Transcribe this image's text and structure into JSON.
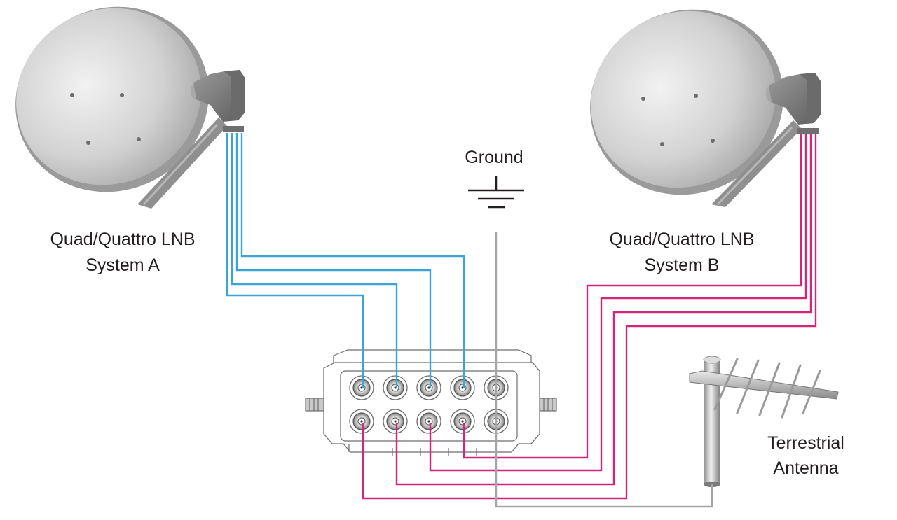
{
  "labels": {
    "system_a_line1": "Quad/Quattro LNB",
    "system_a_line2": "System A",
    "system_b_line1": "Quad/Quattro LNB",
    "system_b_line2": "System B",
    "ground": "Ground",
    "antenna_line1": "Terrestrial",
    "antenna_line2": "Antenna"
  },
  "colors": {
    "system_a_cable": "#3aa6d8",
    "system_b_cable": "#d3267a",
    "ground_cable": "#a6a6a6",
    "dish": "#bdbdbd",
    "lnb": "#7a7a7a",
    "text": "#231f20"
  },
  "icons": [
    "satellite-dish-icon",
    "lnb-icon",
    "ground-symbol-icon",
    "multiswitch-icon",
    "terrestrial-antenna-icon"
  ]
}
